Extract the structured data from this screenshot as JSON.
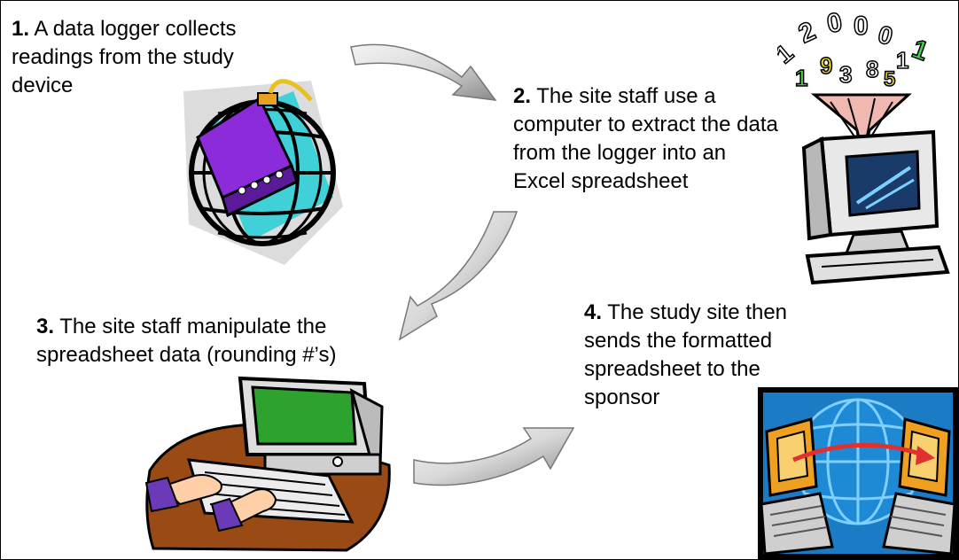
{
  "steps": [
    {
      "num": "1.",
      "text": " A data logger collects readings from the study device"
    },
    {
      "num": "2.",
      "text": " The site staff use a computer to extract the data from the logger into an Excel spreadsheet"
    },
    {
      "num": "3.",
      "text": " The site staff manipulate the spreadsheet data (rounding #’s)"
    },
    {
      "num": "4.",
      "text": " The study site then sends the formatted spreadsheet to the sponsor"
    }
  ],
  "clipart": [
    {
      "name": "data-logger-globe-icon"
    },
    {
      "name": "computer-funnel-numbers-icon"
    },
    {
      "name": "desktop-computer-typing-icon"
    },
    {
      "name": "network-transfer-icon"
    }
  ],
  "colors": {
    "arrow_light": "#ececec",
    "arrow_dark": "#8a8a8a",
    "cyan": "#3fd0d8",
    "purple": "#8b2bd9",
    "screen_green": "#2ea22e",
    "desk_brown": "#9a4a14",
    "network_blue": "#1b7bc4",
    "network_orange": "#f0a020",
    "transfer_red": "#e03030"
  }
}
